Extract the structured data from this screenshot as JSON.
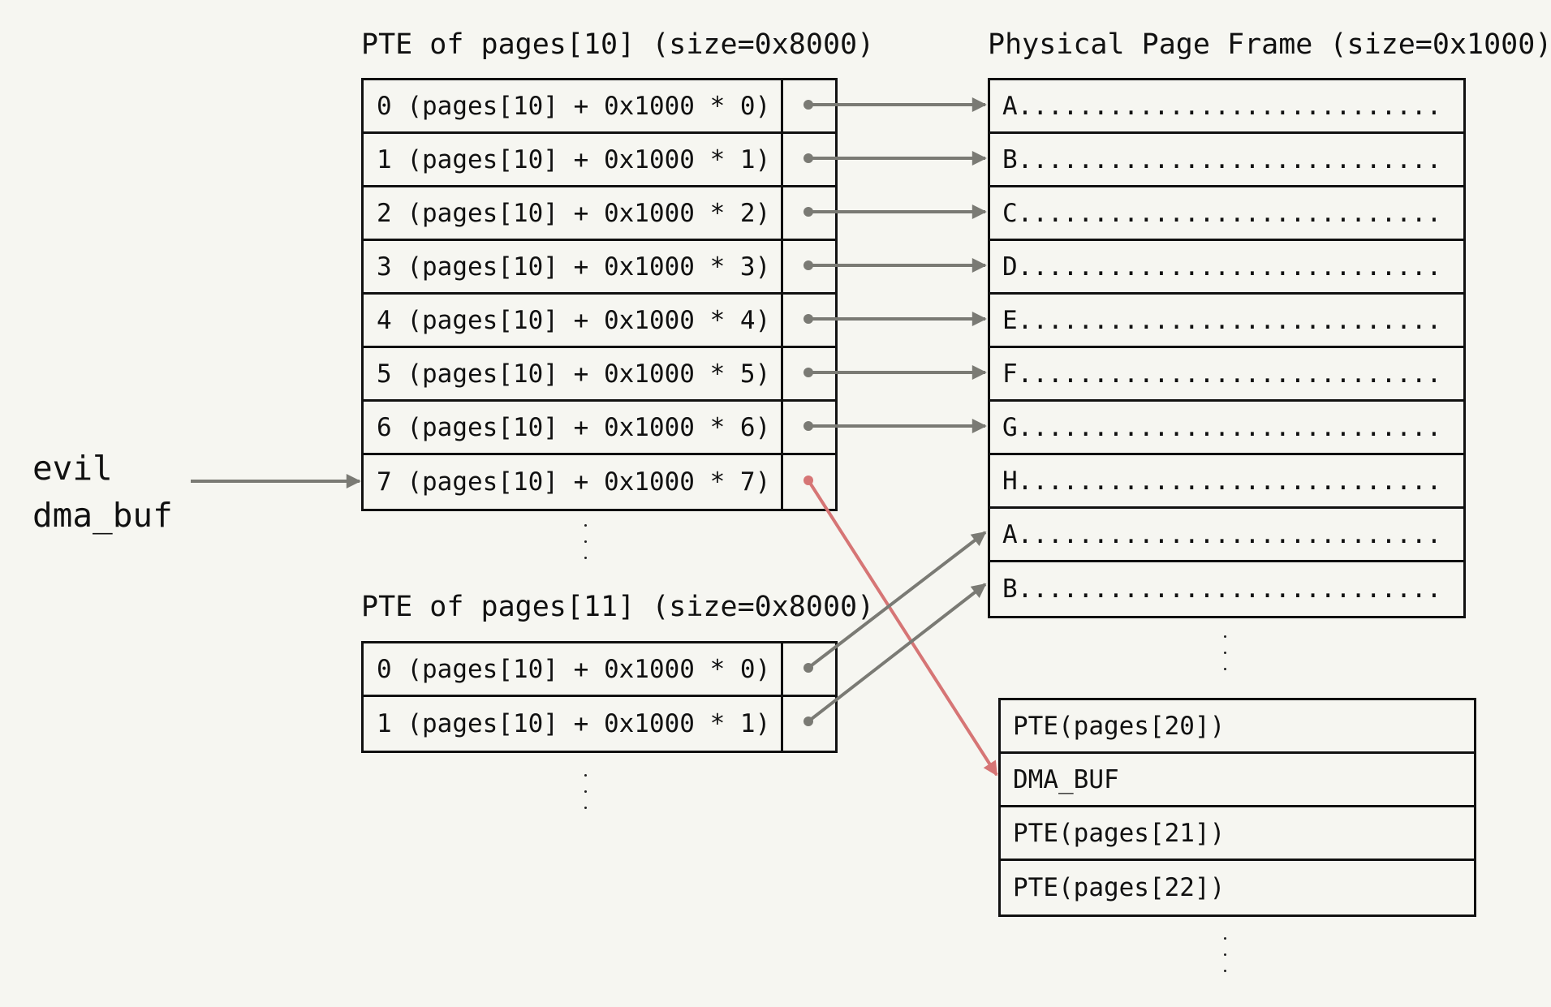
{
  "left_label": {
    "line1": "evil",
    "line2": "dma_buf"
  },
  "table_pages10": {
    "title": "PTE of pages[10] (size=0x8000)",
    "rows": [
      "0 (pages[10] + 0x1000 * 0)",
      "1 (pages[10] + 0x1000 * 1)",
      "2 (pages[10] + 0x1000 * 2)",
      "3 (pages[10] + 0x1000 * 3)",
      "4 (pages[10] + 0x1000 * 4)",
      "5 (pages[10] + 0x1000 * 5)",
      "6 (pages[10] + 0x1000 * 6)",
      "7 (pages[10] + 0x1000 * 7)"
    ]
  },
  "table_pages11": {
    "title": "PTE of pages[11] (size=0x8000)",
    "rows": [
      "0 (pages[10] + 0x1000 * 0)",
      "1 (pages[10] + 0x1000 * 1)"
    ]
  },
  "physical_frames": {
    "title": "Physical Page Frame (size=0x1000)",
    "rows": [
      "A............................",
      "B............................",
      "C............................",
      "D............................",
      "E............................",
      "F............................",
      "G............................",
      "H............................",
      "A............................",
      "B............................"
    ]
  },
  "memory_blocks": {
    "rows": [
      "PTE(pages[20])",
      "DMA_BUF",
      "PTE(pages[21])",
      "PTE(pages[22])"
    ]
  },
  "colors": {
    "pointer_gray": "#7a7a74",
    "pointer_red": "#d67575",
    "background": "#f6f6f1",
    "ink": "#111111"
  }
}
